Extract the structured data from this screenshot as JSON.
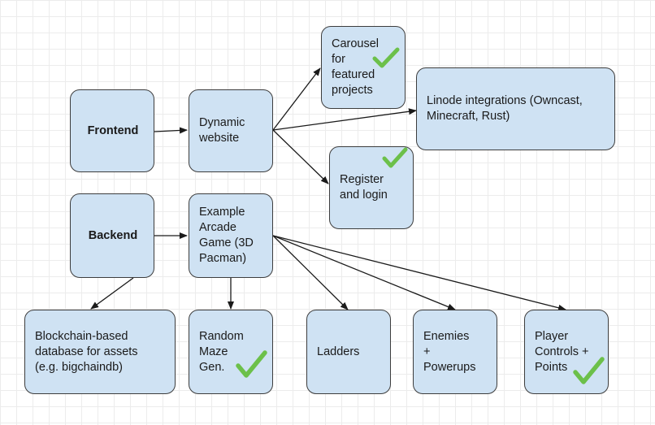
{
  "nodes": {
    "frontend": "Frontend",
    "backend": "Backend",
    "dynamic_website": "Dynamic\nwebsite",
    "example_game": "Example\nArcade\nGame (3D\nPacman)",
    "carousel": "Carousel\nfor\nfeatured\nprojects",
    "linode": "Linode integrations (Owncast,\nMinecraft, Rust)",
    "register": "Register\nand login",
    "blockchain": "Blockchain-based\ndatabase for assets\n(e.g. bigchaindb)",
    "random_maze": "Random\nMaze\nGen.",
    "ladders": "Ladders",
    "enemies": "Enemies\n+\nPowerups",
    "player_controls": "Player\nControls +\nPoints"
  },
  "colors": {
    "node_fill": "#cfe2f3",
    "node_border": "#3d3d3d",
    "check": "#6cc04a",
    "arrow": "#1a1a1a"
  },
  "completed": [
    "carousel",
    "register",
    "random_maze",
    "player_controls"
  ]
}
